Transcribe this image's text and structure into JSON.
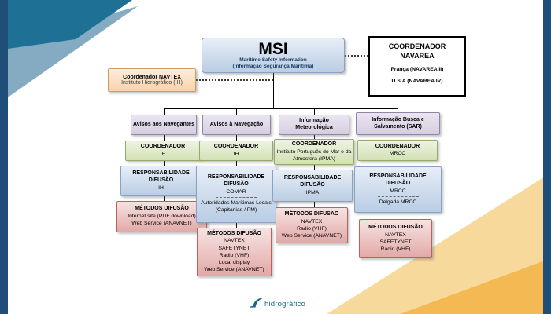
{
  "msi": {
    "title": "MSI",
    "subtitle1": "Maritime Safety Information",
    "subtitle2": "(Informação Segurança Marítima)"
  },
  "navarea": {
    "title": "COORDENADOR NAVAREA",
    "entries": [
      "França (NAVAREA II)",
      "U.S.A (NAVAREA IV)"
    ]
  },
  "navtex": {
    "title": "Coordenador NAVTEX",
    "subtitle": "Instituto Hidrográfico (IH)"
  },
  "columns": [
    {
      "header": "Avisos aos Navegantes",
      "coordenador": {
        "title": "COORDENADOR",
        "lines": [
          "IH"
        ]
      },
      "responsabilidade": {
        "title": "RESPONSABILIDADE DIFUSÃO",
        "lines": [
          "IH"
        ]
      },
      "metodos": {
        "title": "MÉTODOS DIFUSÃO",
        "lines": [
          "Internet site (PDF download)",
          "Web Service (ANAVNET)"
        ]
      }
    },
    {
      "header": "Avisos à Navegação",
      "coordenador": {
        "title": "COORDENADOR",
        "lines": [
          "IH"
        ]
      },
      "responsabilidade": {
        "title": "RESPONSABILIDADE DIFUSÃO",
        "lines": [
          "COMAR",
          "---",
          "Autoridades Marítimas Locais",
          "(Capitanias / PM)"
        ]
      },
      "metodos": {
        "title": "MÉTODOS DIFUSÃO",
        "lines": [
          "NAVTEX",
          "SAFETYNET",
          "Radio (VHF)",
          "Local display",
          "Web Service (ANAVNET)"
        ]
      }
    },
    {
      "header": "Informação Meteorológica",
      "coordenador": {
        "title": "COORDENADOR",
        "lines": [
          "Instituto Português do Mar e da Atmosfera (IPMA)"
        ]
      },
      "responsabilidade": {
        "title": "RESPONSABILIDADE DIFUSÃO",
        "lines": [
          "IPMA"
        ]
      },
      "metodos": {
        "title": "MÉTODOS DIFUSAO",
        "lines": [
          "NAVTEX",
          "Radio (VHF)",
          "Web Service (ANAVNET)"
        ]
      }
    },
    {
      "header": "Informação Busca e Salvamento (SAR)",
      "coordenador": {
        "title": "COORDENADOR",
        "lines": [
          "MRCC"
        ]
      },
      "responsabilidade": {
        "title": "RESPONSABILIDADE DIFUSÃO",
        "lines": [
          "MRCC",
          "---",
          "Delgada MRCC"
        ]
      },
      "metodos": {
        "title": "MÉTODOS DIFUSÃO",
        "lines": [
          "NAVTEX",
          "SAFETYNET",
          "Radio (VHF)"
        ]
      }
    }
  ],
  "logo": {
    "text": "hidrográfico"
  },
  "colors": {
    "navy": "#1f4e79",
    "teal": "#1e7095",
    "steel": "#85abc3",
    "sand_light": "#f8d99c",
    "sand_dark": "#f4b952",
    "box_blue": "#b9cde4",
    "box_green": "#d2e1b4",
    "box_pink": "#e2a9a7",
    "box_lavender": "#d5cee1",
    "box_peach": "#fad2ab",
    "logo_blue": "#18688c"
  }
}
